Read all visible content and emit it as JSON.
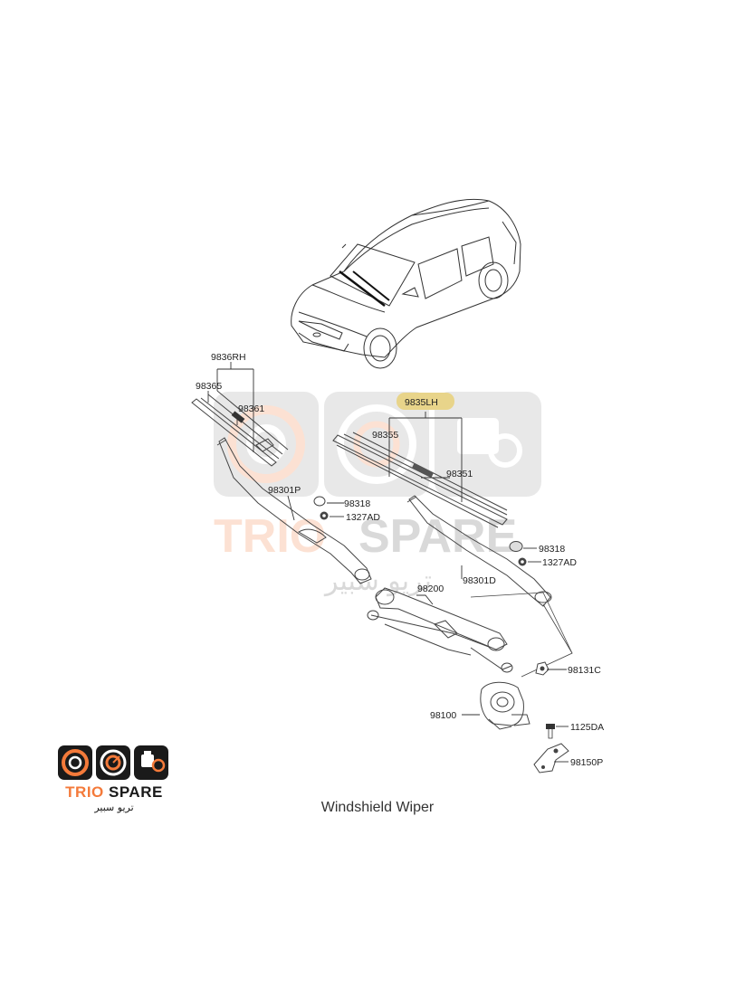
{
  "diagram": {
    "caption": "Windshield Wiper",
    "labels": {
      "rh_assembly": "9836RH",
      "rh_blade": "98365",
      "rh_refill": "98361",
      "lh_assembly": "9835LH",
      "lh_blade": "98355",
      "lh_refill": "98351",
      "rh_arm": "98301P",
      "lh_arm": "98301D",
      "cap_rh": "98318",
      "nut_rh": "1327AD",
      "cap_lh": "98318",
      "nut_lh": "1327AD",
      "linkage": "98200",
      "nut_131": "98131C",
      "motor": "98100",
      "bolt": "1125DA",
      "bracket": "98150P"
    },
    "highlight_color": "#e8d48a"
  },
  "watermark": {
    "brand_part1": "TRIO",
    "brand_part2": "SPARE",
    "arabic": "تريو سبير"
  },
  "logo": {
    "brand_part1": "TRIO",
    "brand_part2": "SPARE",
    "arabic": "تريو سبير",
    "accent": "#f47a3a"
  }
}
